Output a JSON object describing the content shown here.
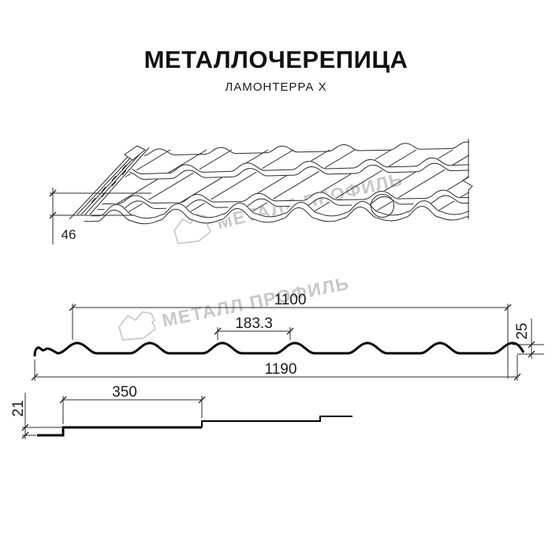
{
  "title": "МЕТАЛЛОЧЕРЕПИЦА",
  "subtitle": "ЛАМОНТЕРРА X",
  "watermark": {
    "brand": "МЕТАЛЛ ПРОФИЛЬ",
    "color": "#c8c8c8"
  },
  "perspective_view": {
    "dims": {
      "step_height": "46"
    }
  },
  "cross_section": {
    "dims": {
      "cover_width": "1100",
      "wave_pitch": "183.3",
      "profile_height": "25",
      "full_width": "1190"
    }
  },
  "step_profile": {
    "dims": {
      "step_length": "350",
      "step_height": "21"
    }
  },
  "colors": {
    "line": "#2b2b2b",
    "profile": "#000000"
  }
}
